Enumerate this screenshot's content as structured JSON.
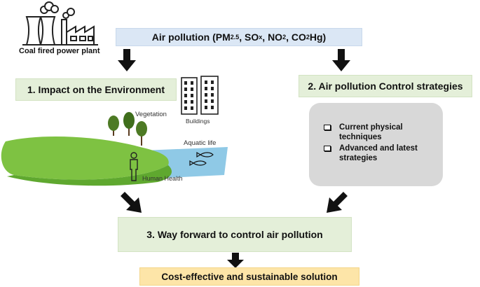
{
  "top": {
    "plant_label": "Coal fired power plant",
    "pollution_prefix": "Air pollution (PM",
    "pm_sub": "2.5",
    "sox_text": ", SO",
    "sox_sub": "x",
    "no_text": ", NO",
    "no_sub": "2",
    "co_text": ", CO",
    "co_sub": "2",
    "hg_text": " Hg)"
  },
  "left": {
    "title": "1. Impact on the Environment",
    "vegetation": "Vegetation",
    "buildings": "Buildings",
    "aquatic": "Aquatic life",
    "human_health": "Human Health"
  },
  "right": {
    "title": "2. Air pollution Control strategies",
    "items": [
      "Current physical techniques",
      "Advanced and latest strategies"
    ]
  },
  "bottom": {
    "way_forward": "3. Way forward to control air pollution",
    "solution": "Cost-effective and sustainable solution"
  },
  "colors": {
    "banner_blue": "#dbe7f5",
    "box_green": "#e4efd9",
    "solution_yellow": "#fde5a8",
    "panel_gray": "#d8d8d8",
    "grass_green": "#7ec242",
    "water_blue": "#8fc9e6"
  }
}
